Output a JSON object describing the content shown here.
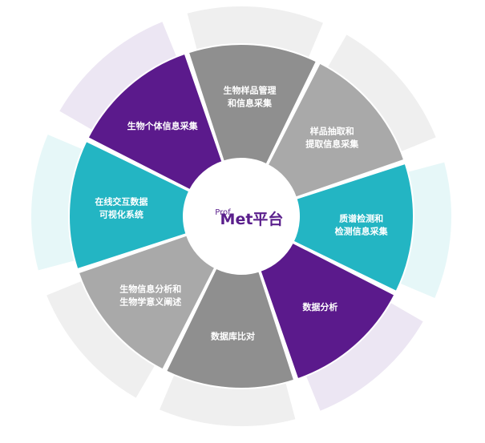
{
  "center": {
    "superscript": "Prof",
    "title": "Met平台"
  },
  "colors": {
    "gray_dark": "#8f8f8f",
    "gray_light": "#a9a9a9",
    "teal": "#23b5c3",
    "purple": "#5b1a8c",
    "halo_gray": "#efefef",
    "halo_teal": "#e6f7f8",
    "halo_purple": "#ece6f3"
  },
  "segments": [
    {
      "id": "sample-info",
      "lines": [
        "生物样品管理",
        "和信息采集"
      ],
      "color": "gray_dark",
      "halo": "halo_gray"
    },
    {
      "id": "extraction",
      "lines": [
        "样品抽取和",
        "提取信息采集"
      ],
      "color": "gray_light",
      "halo": "halo_gray"
    },
    {
      "id": "ms-detection",
      "lines": [
        "质谱检测和",
        "检测信息采集"
      ],
      "color": "teal",
      "halo": "halo_teal"
    },
    {
      "id": "data-analysis",
      "lines": [
        "数据分析"
      ],
      "color": "purple",
      "halo": "halo_purple"
    },
    {
      "id": "db-compare",
      "lines": [
        "数据库比对"
      ],
      "color": "gray_dark",
      "halo": "halo_gray"
    },
    {
      "id": "bio-interpret",
      "lines": [
        "生物信息分析和",
        "生物学意义阐述"
      ],
      "color": "gray_light",
      "halo": "halo_gray"
    },
    {
      "id": "online-visual",
      "lines": [
        "在线交互数据",
        "可视化系统"
      ],
      "color": "teal",
      "halo": "halo_teal"
    },
    {
      "id": "individual-info",
      "lines": [
        "生物个体信息采集"
      ],
      "color": "purple",
      "halo": "halo_purple"
    }
  ]
}
